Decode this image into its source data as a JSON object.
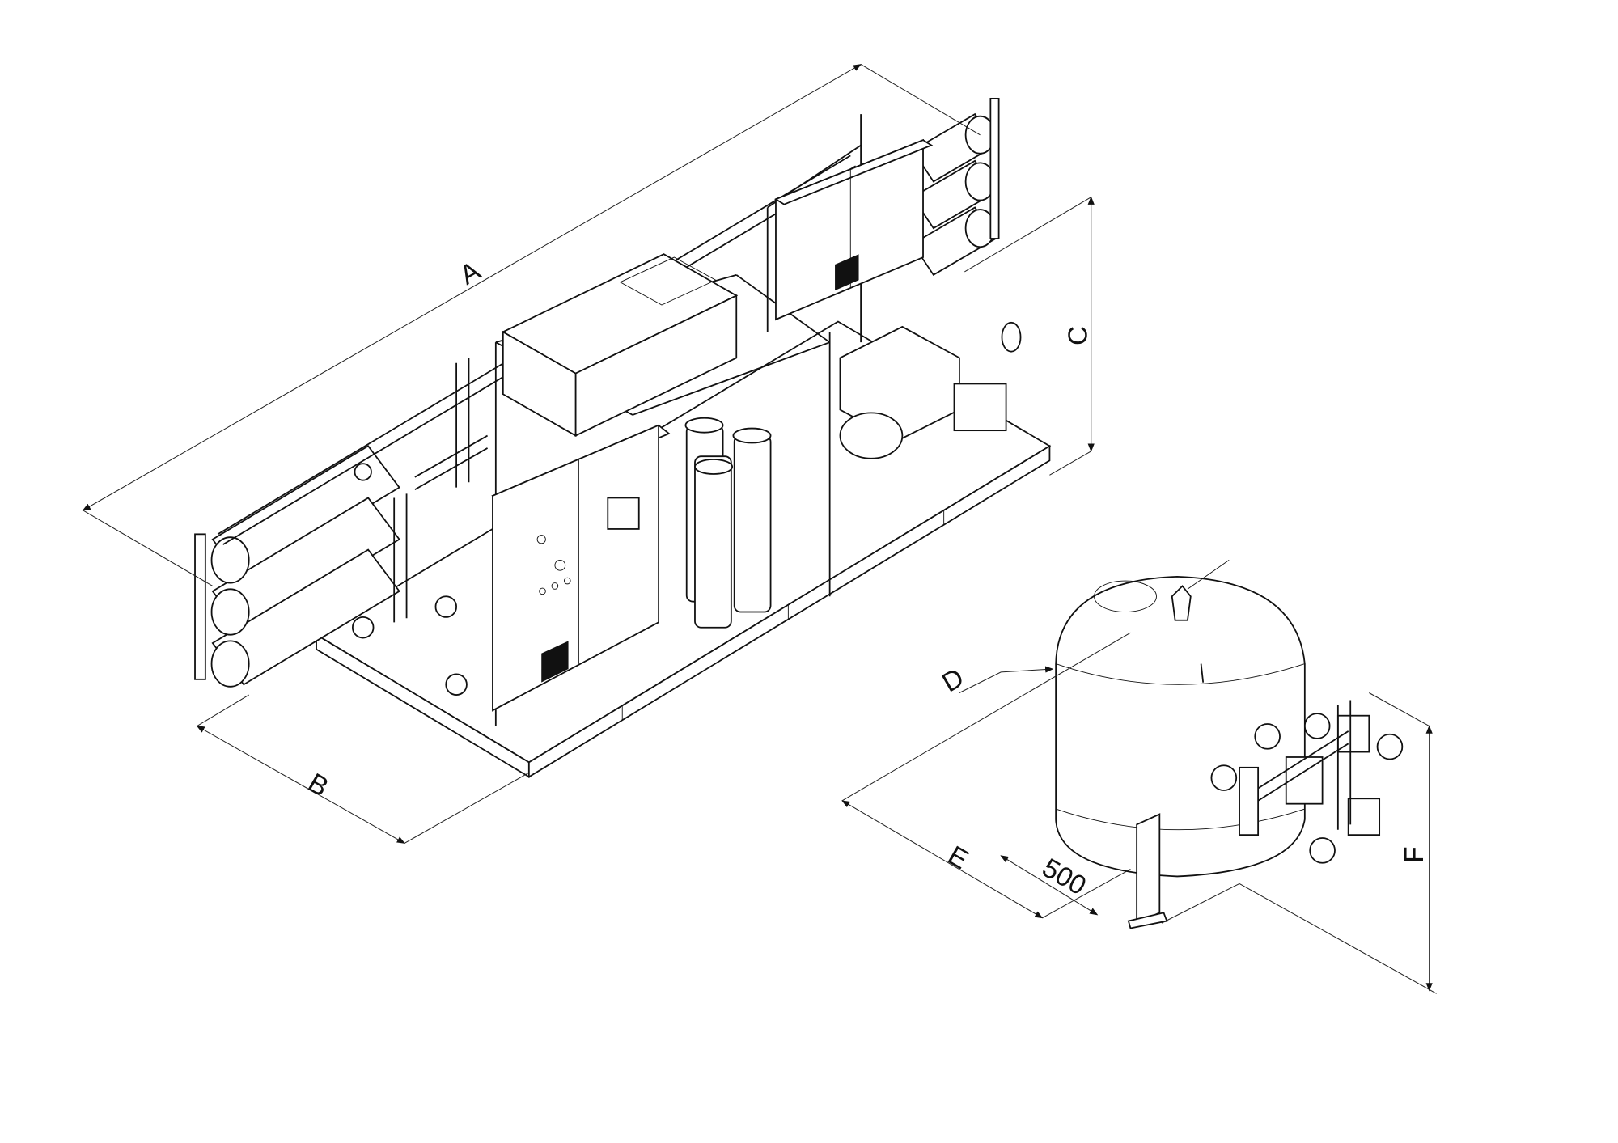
{
  "dimensions": {
    "a": "A",
    "b": "B",
    "c": "C",
    "d": "D",
    "e": "E",
    "f": "F",
    "clearance": "500"
  },
  "colors": {
    "line": "#111111",
    "background": "#ffffff"
  }
}
